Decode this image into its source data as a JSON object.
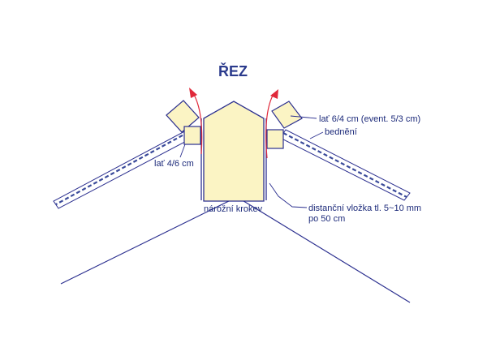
{
  "title": "ŘEZ",
  "labels": {
    "lat_right": "lať 6/4 cm (event. 5/3 cm)",
    "bedneni": "bednění",
    "lat_left": "lať 4/6 cm",
    "krokev": "nárožní krokev",
    "vlozka_line1": "distanční vložka tl. 5~10 mm",
    "vlozka_line2": "po 50 cm"
  },
  "colors": {
    "line": "#2b2f8f",
    "label": "#1c2a7a",
    "wood_fill": "#fbf4c4",
    "arrow": "#e0283a",
    "hatch": "#3a4a9a"
  }
}
